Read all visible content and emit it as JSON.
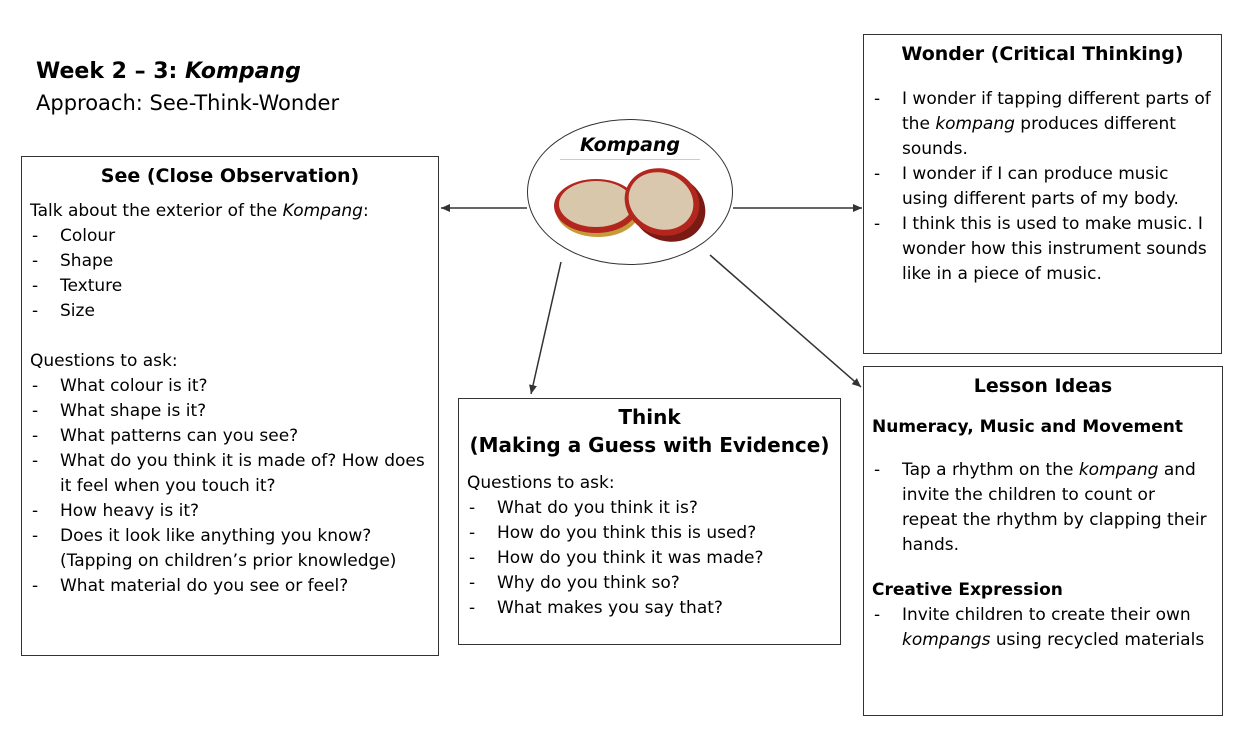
{
  "header": {
    "week": "Week 2 – 3: ",
    "topic": "Kompang",
    "approach": "Approach: See-Think-Wonder"
  },
  "center": {
    "label": "Kompang"
  },
  "see": {
    "title": "See (Close Observation)",
    "intro_prefix": "Talk about the exterior of the ",
    "intro_em": "Kompang",
    "intro_suffix": ":",
    "aspects": [
      "Colour",
      "Shape",
      "Texture",
      "Size"
    ],
    "questions_heading": "Questions to ask:",
    "questions": [
      "What colour is it?",
      "What shape is it?",
      "What patterns can you see?",
      "What do you think it is made of? How does it feel when you touch it?",
      "How heavy is it?",
      "Does it look like anything you know? (Tapping on children’s prior knowledge)",
      "What material do you see or feel?"
    ]
  },
  "think": {
    "title_line1": "Think",
    "title_line2": "(Making a Guess with Evidence)",
    "questions_heading": "Questions to ask:",
    "questions": [
      "What do you think it is?",
      "How do you think this is used?",
      "How do you think it was made?",
      "Why do you think so?",
      "What makes you say that?"
    ]
  },
  "wonder": {
    "title": "Wonder (Critical Thinking)",
    "item1_a": "I wonder if tapping different parts of the ",
    "item1_em": "kompang",
    "item1_b": " produces different sounds.",
    "item2": "I wonder if I can produce music using different parts of my body.",
    "item3": "I think this is used to make music. I wonder how this instrument sounds like in a piece of music."
  },
  "lesson": {
    "title": "Lesson Ideas",
    "numeracy_heading": "Numeracy, Music and Movement",
    "numeracy_a": "Tap a rhythm on the ",
    "numeracy_em": "kompang",
    "numeracy_b": " and invite the children to count or repeat the rhythm by clapping their hands.",
    "creative_heading": "Creative Expression",
    "creative_a": "Invite children to create their own ",
    "creative_em": "kompangs",
    "creative_b": " using recycled materials"
  },
  "colors": {
    "drum_skin": "#d8c7ab",
    "drum_rim": "#b3261e",
    "line": "#333333"
  }
}
